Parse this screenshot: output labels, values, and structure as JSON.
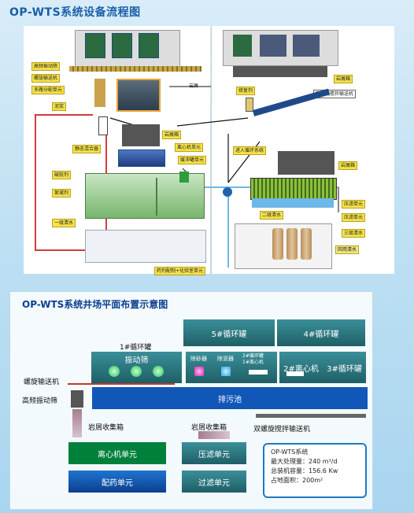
{
  "title": "OP-WTS系统设备流程图",
  "top_left_labels": {
    "hf_screen": "高频振动筛",
    "screw_conv": "螺旋输送机",
    "distributor": "多路分配单元",
    "cuttings1": "岩屑",
    "mud": "泥浆",
    "static_mixer": "静态混合器",
    "cuttings_box1": "岩屑箱",
    "centrifuge": "离心机单元",
    "buffer_tank": "缓冲罐单元",
    "flocculant": "破胶剂",
    "coagulant": "絮凝剂",
    "clear_water1": "一级清水",
    "dosing": "药剂配制+化验室单元"
  },
  "top_right_labels": {
    "cuttings_box2": "岩屑箱",
    "repair_agent": "修复剂",
    "twin_screw": "双螺旋搅拌输送机",
    "to_circulation": "进入循环系统",
    "cuttings_box3": "岩屑箱",
    "filter_press": "压滤单元",
    "clear_water2": "二级清水",
    "filter_unit": "压滤单元",
    "clear_water3": "三级清水",
    "reuse_water": "回用清水"
  },
  "layout_title": "OP-WTS系统井场平面布置示意图",
  "layout": {
    "tank1": "1#循环罐",
    "shaker": "振动筛",
    "tank5": "5#循环罐",
    "tank4": "4#循环罐",
    "desander": "除砂器",
    "desilter": "除泥器",
    "tank2_centrifuge": "2#循环罐\n1#离心机",
    "centrifuge2": "2#离心机",
    "tank3": "3#循环罐",
    "screw_label": "螺旋输送机",
    "hf_screen": "高频振动筛",
    "sewage": "排污池",
    "cuttings_box_l": "岩屑收集箱",
    "cuttings_box_r": "岩屑收集箱",
    "twin_screw": "双螺旋搅拌输送机",
    "centrifuge_unit": "离心机单元",
    "filter_press": "压滤单元",
    "dosing_unit": "配药单元",
    "filter_unit": "过滤单元"
  },
  "info": {
    "name": "OP-WTS系统",
    "capacity": "最大处理量：240 m³/d",
    "power": "总装机容量：156.6 Kw",
    "area": "占地面积：200m²"
  },
  "colors": {
    "title": "#1a5fa8",
    "teal": "#2f7d86",
    "blue": "#1565c0",
    "green": "#00803a",
    "navy": "#0b3f8f"
  }
}
